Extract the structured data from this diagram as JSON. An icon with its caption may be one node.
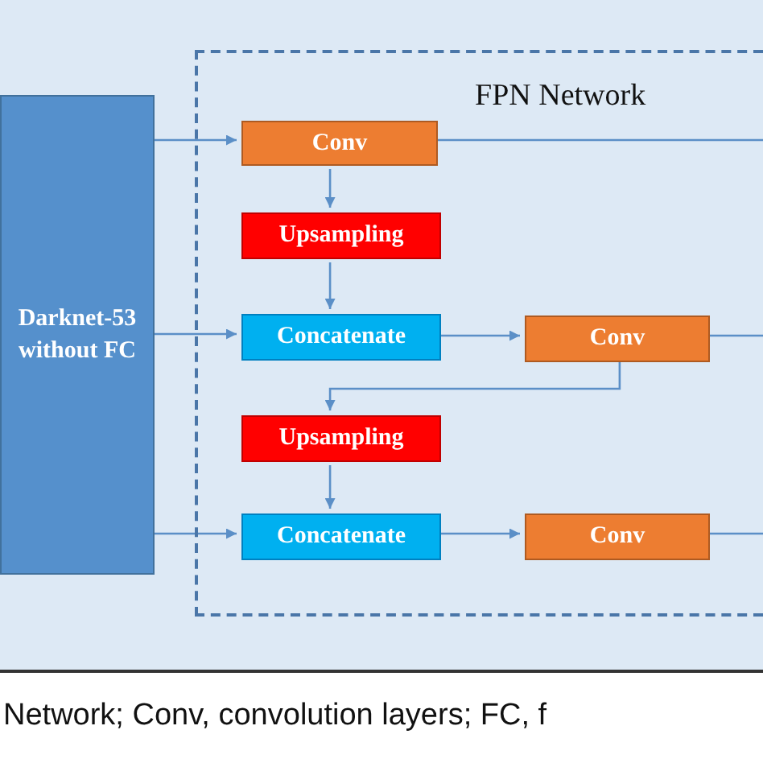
{
  "diagram": {
    "caption": "Network; Conv, convolution layers; FC, f",
    "nodes": [
      {
        "text": [
          "Darknet-53 without FC"
        ]
      },
      {
        "text": [
          "FPN Network"
        ]
      },
      {
        "text": [
          "Conv"
        ],
        "in": 1
      },
      {
        "text": [
          "Upsampling"
        ],
        "in": 1
      },
      {
        "text": [
          "Concatenate"
        ],
        "in": 1
      },
      {
        "text": [
          "Conv"
        ],
        "in": 1
      },
      {
        "text": [
          "Upsampling"
        ],
        "in": 1
      },
      {
        "text": [
          "Concatenate"
        ],
        "in": 1
      },
      {
        "text": [
          "Conv"
        ],
        "in": 1
      }
    ],
    "edges": [
      {
        "from": 0,
        "to": 2,
        "arrow": "to"
      },
      {
        "from": 0,
        "to": 4,
        "arrow": "to"
      },
      {
        "from": 0,
        "to": 7,
        "arrow": "to"
      },
      {
        "from": 2,
        "to": 3,
        "arrow": "to"
      },
      {
        "from": 3,
        "to": 4,
        "arrow": "to"
      },
      {
        "from": 4,
        "to": 5,
        "arrow": "to"
      },
      {
        "from": 5,
        "to": 6,
        "arrow": "to"
      },
      {
        "from": 6,
        "to": 7,
        "arrow": "to"
      },
      {
        "from": 7,
        "to": 8,
        "arrow": "to"
      },
      {
        "from": 2,
        "to": null,
        "arrow": "none"
      },
      {
        "from": 5,
        "to": null,
        "arrow": "none"
      },
      {
        "from": 8,
        "to": null,
        "arrow": "none"
      }
    ]
  }
}
